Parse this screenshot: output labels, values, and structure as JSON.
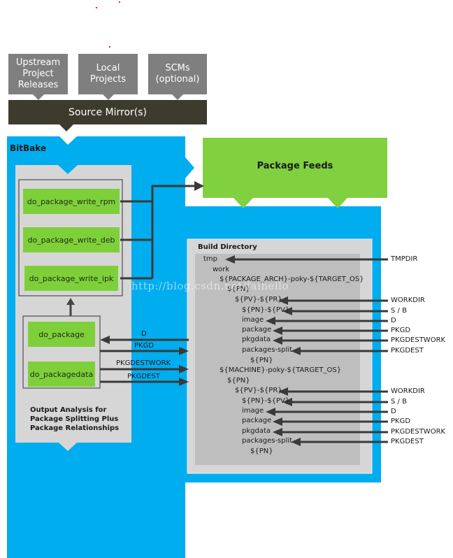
{
  "sources": [
    {
      "label": "Upstream\nProject\nReleases"
    },
    {
      "label": "Local\nProjects"
    },
    {
      "label": "SCMs\n(optional)"
    }
  ],
  "source_mirror": "Source Mirror(s)",
  "bitbake": "BitBake",
  "package_feeds": "Package Feeds",
  "write_tasks": [
    "do_package_write_rpm",
    "do_package_write_deb",
    "do_package_write_ipk"
  ],
  "package_tasks": [
    "do_package",
    "do_packagedata"
  ],
  "output_analysis": "Output Analysis for\nPackage Splitting Plus\nPackage Relationships",
  "task_arrow_labels": [
    "D",
    "PKGD",
    "PKGDESTWORK",
    "PKGDEST"
  ],
  "build_directory": "Build Directory",
  "tree": [
    "tmp",
    "work",
    "${PACKAGE_ARCH}-poky-${TARGET_OS}",
    "${PN}",
    "${PV}-${PR}",
    "${PN}-${PV}",
    "image",
    "package",
    "pkgdata",
    "packages-split",
    "${PN}",
    "${MACHINE}-poky-${TARGET_OS}",
    "${PN}",
    "${PV}-${PR}",
    "${PN}-${PV}",
    "image",
    "package",
    "pkgdata",
    "packages-split",
    "${PN}"
  ],
  "variables": [
    "TMPDIR",
    "WORKDIR",
    "S / B",
    "D",
    "PKGD",
    "PKGDESTWORK",
    "PKGDEST",
    "WORKDIR",
    "S / B",
    "D",
    "PKGD",
    "PKGDESTWORK",
    "PKGDEST"
  ],
  "watermark": "http://blog.csdn.net/faihello",
  "colors": {
    "bitbake_blue": "#00adef",
    "task_green": "#7ed03b",
    "feeds_green": "#80d040",
    "source_gray": "#7f7f7f",
    "mirror_dark": "#3d3b2d",
    "panel_gray": "#d6d6d6",
    "inner_gray": "#bebebe"
  }
}
